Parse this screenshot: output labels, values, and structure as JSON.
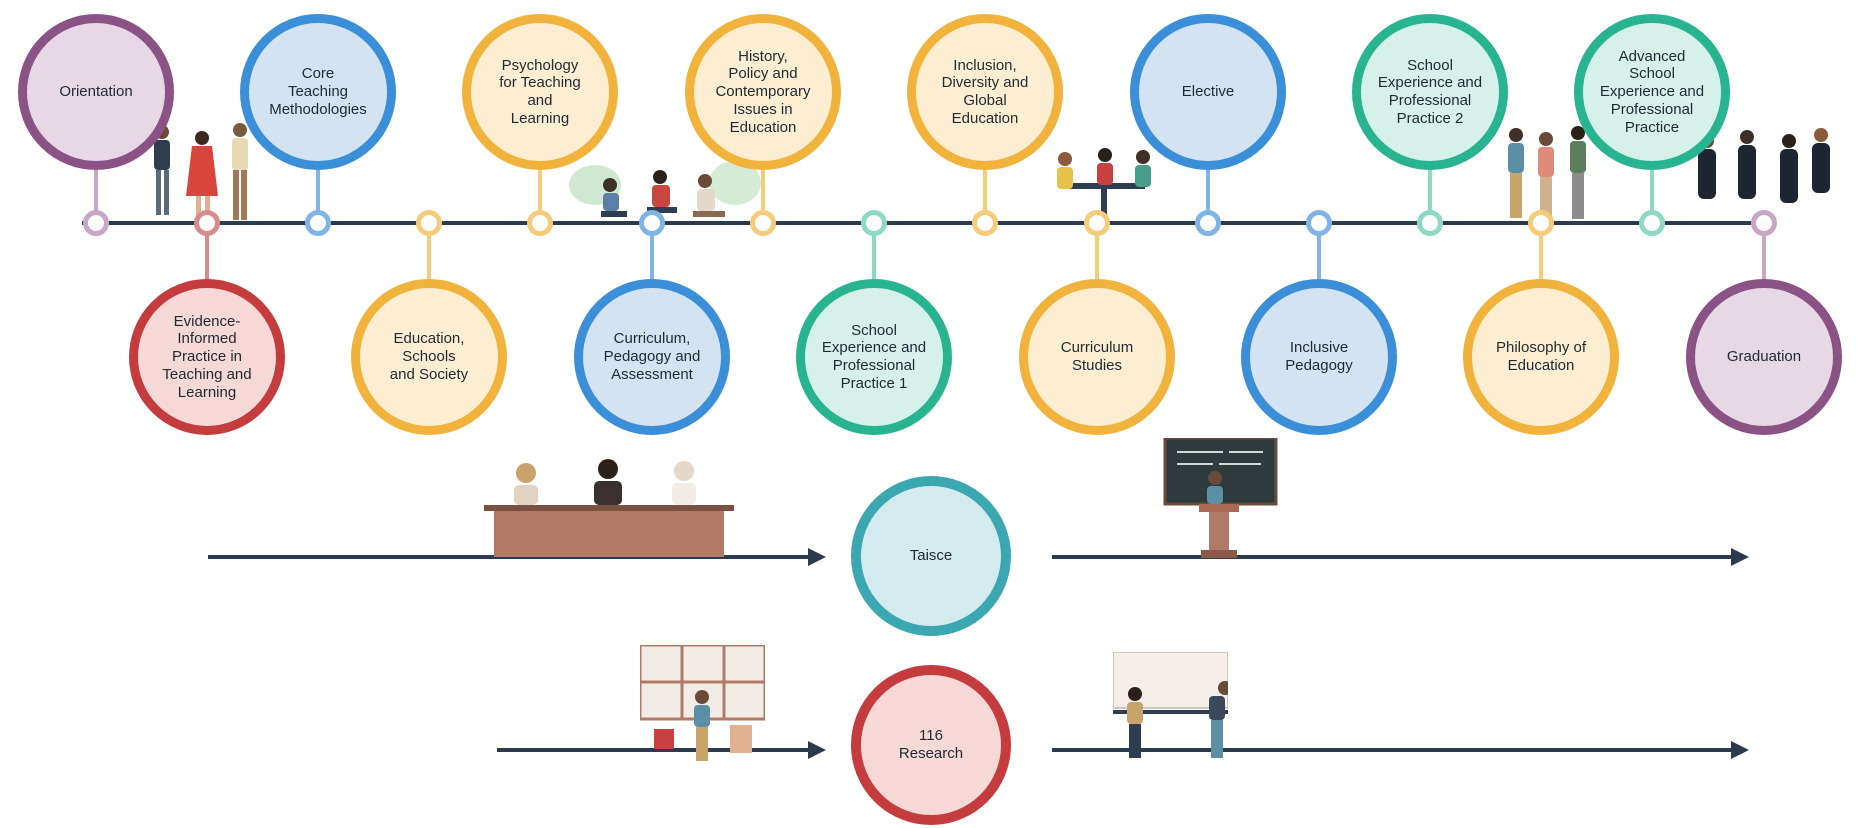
{
  "colors": {
    "purple": {
      "ring": "#8a5285",
      "fill": "#e7d8e6",
      "stem": "#c9a6c6"
    },
    "red": {
      "ring": "#c43c3e",
      "fill": "#f6d8d6",
      "stem": "#d98a8a"
    },
    "blue": {
      "ring": "#3a8fd8",
      "fill": "#d3e3f2",
      "stem": "#7fb5e6"
    },
    "yellow": {
      "ring": "#f2b33d",
      "fill": "#fdeed2",
      "stem": "#f5cc7a"
    },
    "green": {
      "ring": "#27b48f",
      "fill": "#d5f1ea",
      "stem": "#8fd9c4"
    },
    "teal": {
      "ring": "#3aa7b1",
      "fill": "#d3ebee"
    },
    "timeline": "#2b3b4d"
  },
  "timeline": {
    "top": [
      {
        "id": "orientation",
        "label": "Orientation",
        "color": "purple"
      },
      {
        "id": "core-teaching",
        "label": "Core\nTeaching\nMethodologies",
        "color": "blue"
      },
      {
        "id": "psychology",
        "label": "Psychology\nfor Teaching\nand\nLearning",
        "color": "yellow"
      },
      {
        "id": "history-policy",
        "label": "History,\nPolicy and\nContemporary\nIssues in\nEducation",
        "color": "yellow"
      },
      {
        "id": "inclusion-diversity",
        "label": "Inclusion,\nDiversity and\nGlobal\nEducation",
        "color": "yellow"
      },
      {
        "id": "elective",
        "label": "Elective",
        "color": "blue"
      },
      {
        "id": "school-experience-2",
        "label": "School\nExperience and\nProfessional\nPractice 2",
        "color": "green"
      },
      {
        "id": "advanced-school-experience",
        "label": "Advanced\nSchool\nExperience and\nProfessional\nPractice",
        "color": "green"
      }
    ],
    "bottom": [
      {
        "id": "evidence-informed",
        "label": "Evidence-\nInformed\nPractice in\nTeaching and\nLearning",
        "color": "red"
      },
      {
        "id": "education-schools",
        "label": "Education,\nSchools\nand Society",
        "color": "yellow"
      },
      {
        "id": "curriculum-pedagogy",
        "label": "Curriculum,\nPedagogy and\nAssessment",
        "color": "blue"
      },
      {
        "id": "school-experience-1",
        "label": "School\nExperience and\nProfessional\nPractice 1",
        "color": "green"
      },
      {
        "id": "curriculum-studies",
        "label": "Curriculum\nStudies",
        "color": "yellow"
      },
      {
        "id": "inclusive-pedagogy",
        "label": "Inclusive\nPedagogy",
        "color": "blue"
      },
      {
        "id": "philosophy",
        "label": "Philosophy of\nEducation",
        "color": "yellow"
      },
      {
        "id": "graduation",
        "label": "Graduation",
        "color": "purple"
      }
    ]
  },
  "tracks": [
    {
      "id": "taisce",
      "label": "Taisce",
      "color": "teal"
    },
    {
      "id": "research",
      "label": "116\nResearch",
      "color": "red"
    }
  ]
}
